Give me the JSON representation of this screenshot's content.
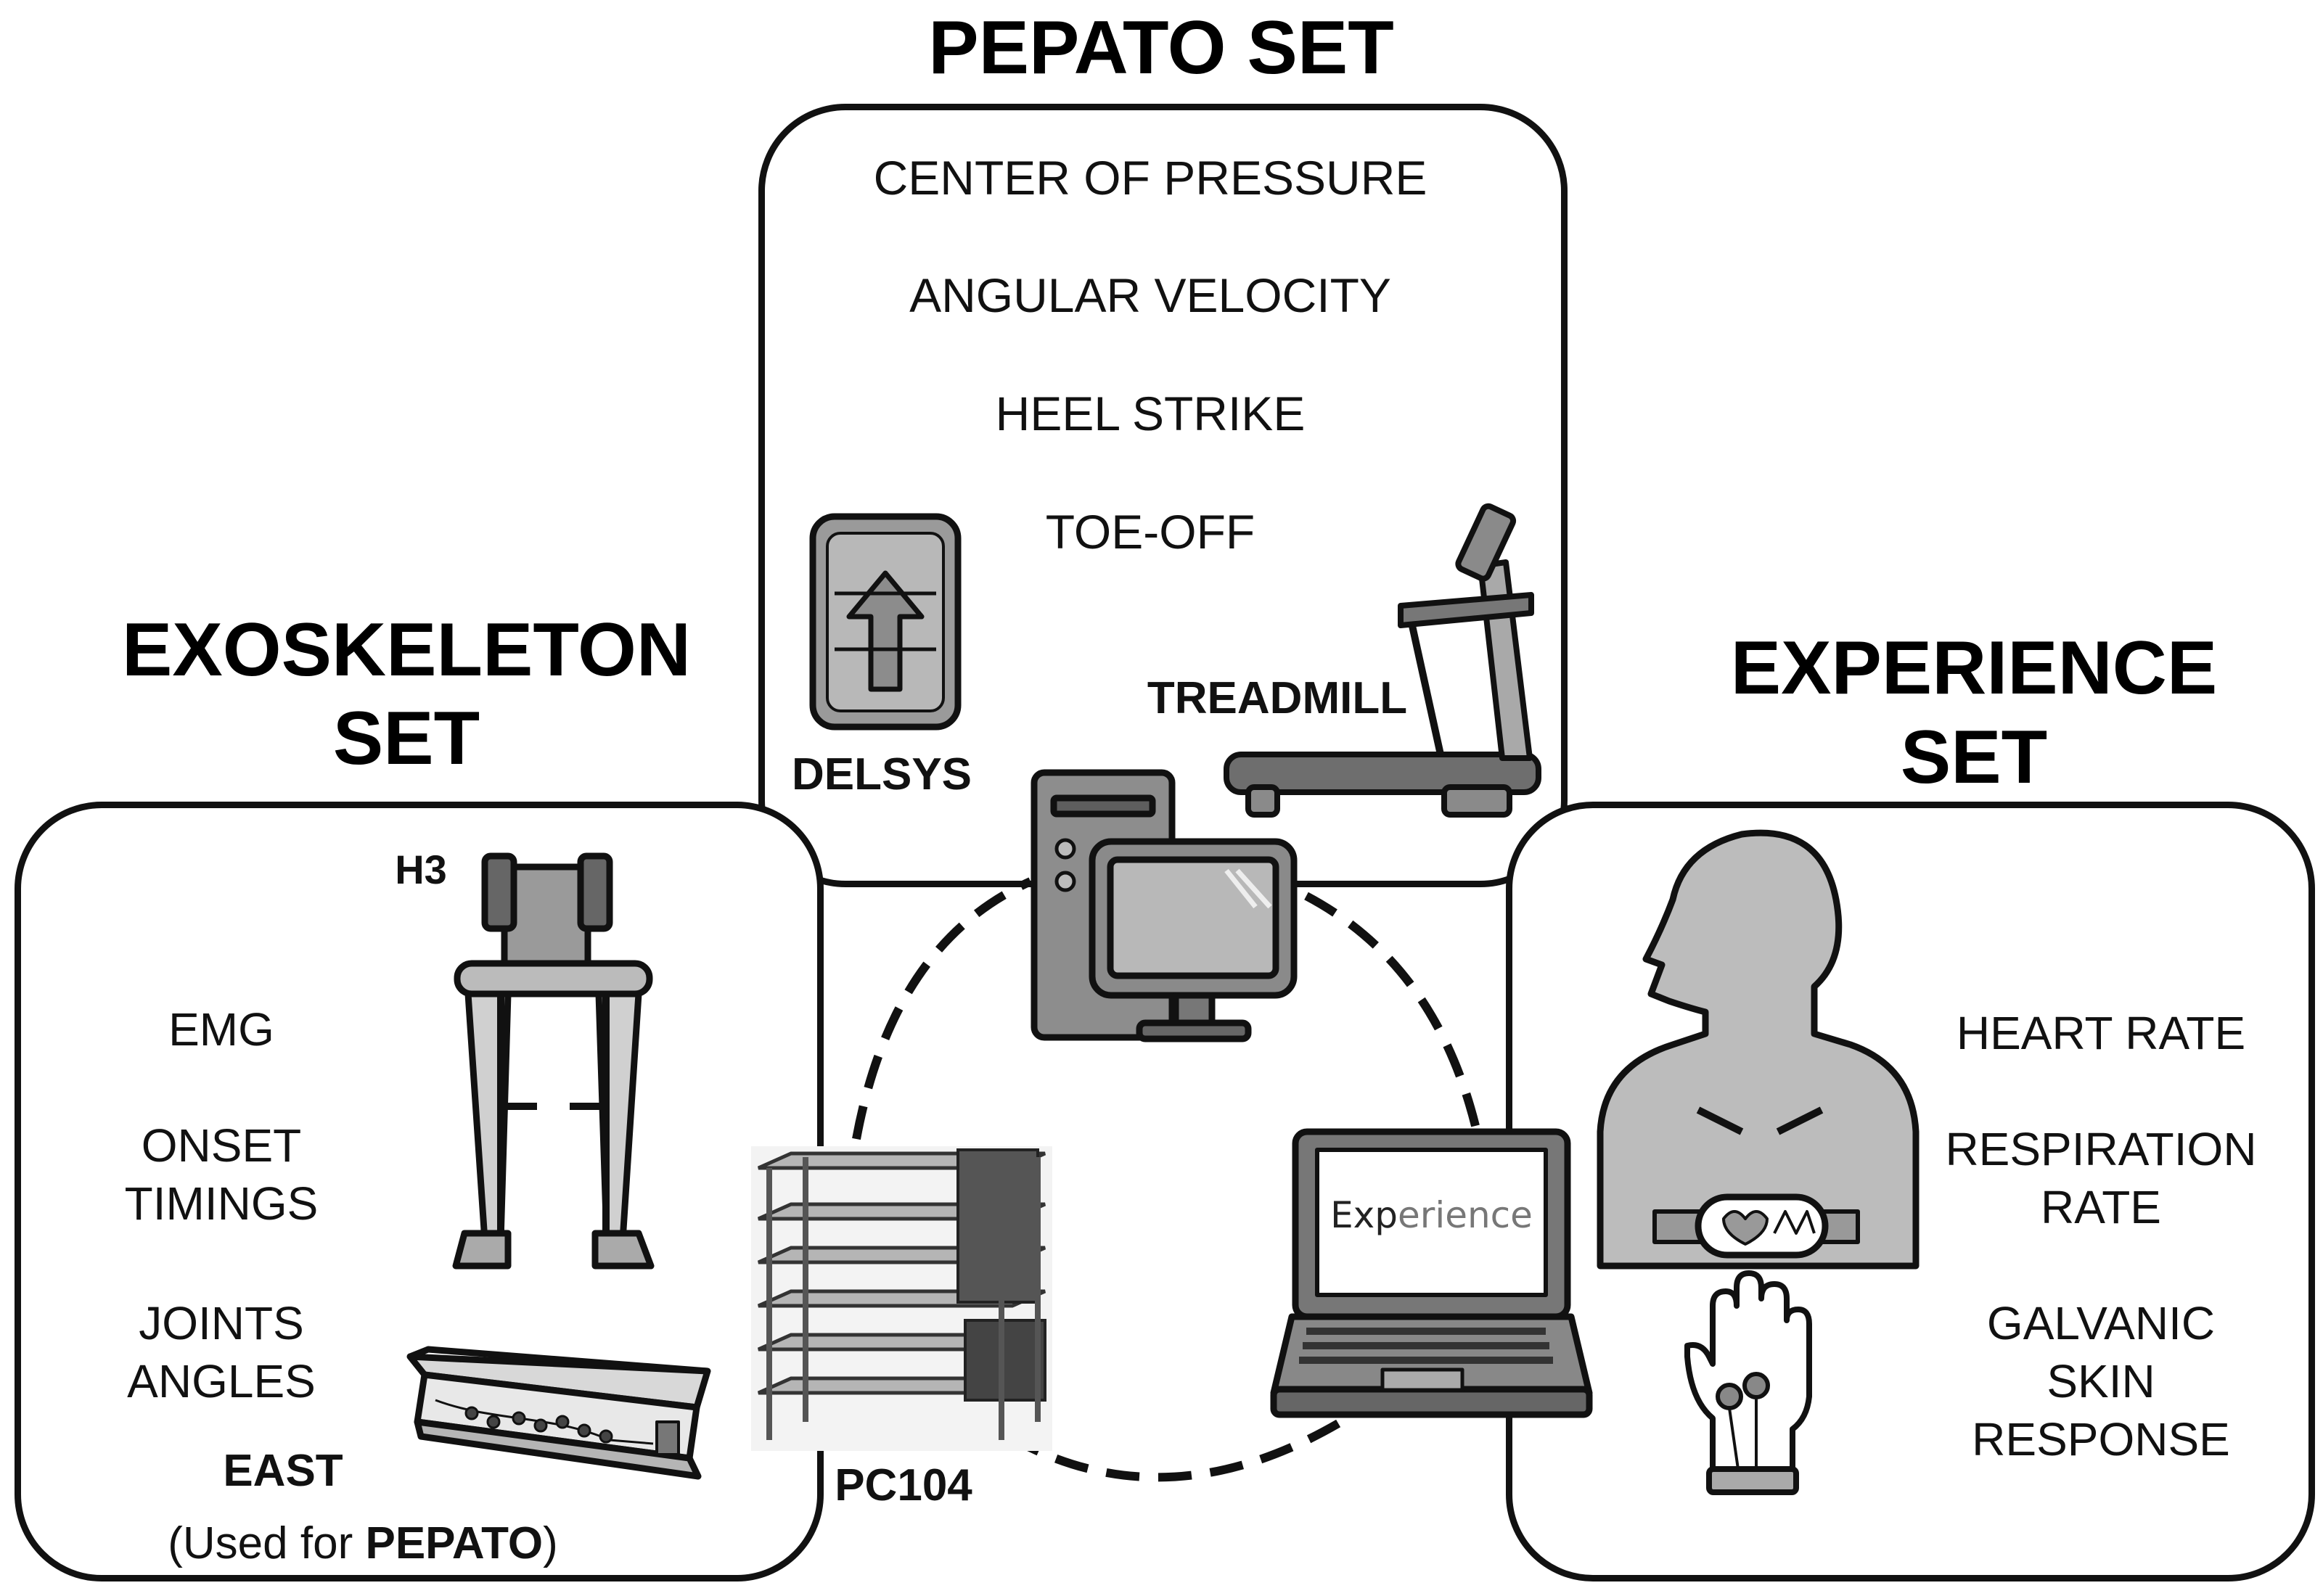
{
  "pepato": {
    "title": "PEPATO SET",
    "measures": [
      "CENTER OF PRESSURE",
      "ANGULAR VELOCITY",
      "HEEL STRIKE",
      "TOE-OFF"
    ],
    "devices": {
      "delsys": "DELSYS",
      "treadmill": "TREADMILL"
    }
  },
  "exoskeleton": {
    "title_line1": "EXOSKELETON",
    "title_line2": "SET",
    "measures": {
      "emg": "EMG",
      "onset_1": "ONSET",
      "onset_2": "TIMINGS",
      "joints_1": "JOINTS",
      "joints_2": "ANGLES"
    },
    "devices": {
      "h3": "H3",
      "east": "EAST",
      "used_prefix": "(Used for ",
      "used_bold": "PEPATO",
      "used_suffix": ")"
    }
  },
  "experience": {
    "title_line1": "EXPERIENCE",
    "title_line2": "SET",
    "measures": {
      "heart": "HEART RATE",
      "resp_1": "RESPIRATION",
      "resp_2": "RATE",
      "gsr_1": "GALVANIC",
      "gsr_2": "SKIN",
      "gsr_3": "RESPONSE"
    },
    "laptop_screen_prefix": "Exp",
    "laptop_screen_suffix": "erience"
  },
  "center": {
    "pc104": "PC104"
  },
  "icons": [
    "delsys-sensor-icon",
    "treadmill-icon",
    "desktop-computer-icon",
    "h3-exoskeleton-icon",
    "east-box-icon",
    "pc104-stack-icon",
    "laptop-icon",
    "human-bust-icon",
    "gsr-hand-icon"
  ],
  "colors": {
    "outline": "#111111",
    "light_gray": "#bdbdbd",
    "mid_gray": "#8a8a8a",
    "dark_gray": "#555555",
    "background": "#ffffff"
  }
}
